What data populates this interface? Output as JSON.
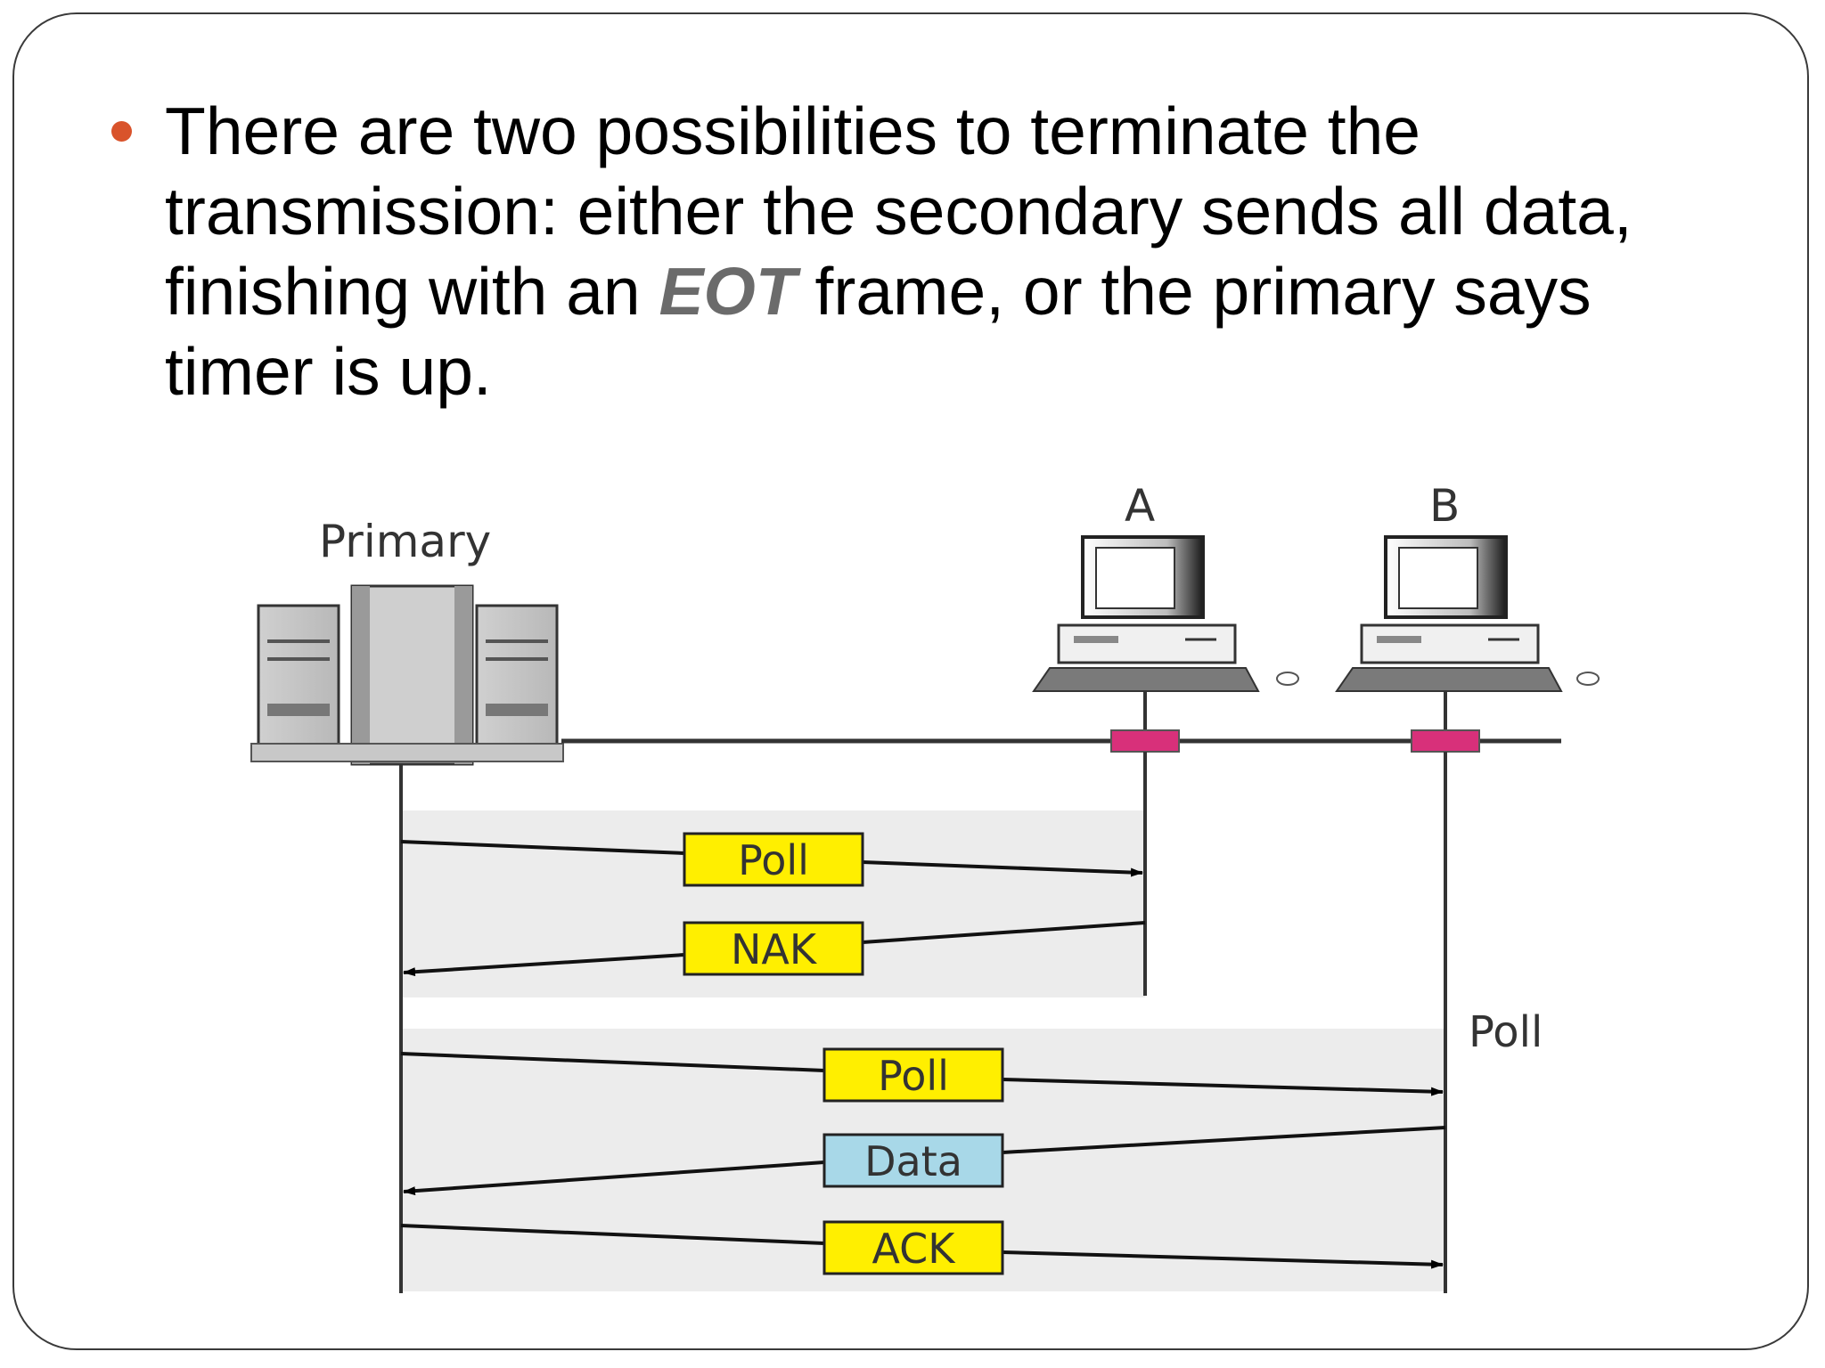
{
  "slide": {
    "bullet_before": "There are two possibilities to terminate the transmission: either the secondary sends all data, finishing with an ",
    "bullet_emph": "EOT",
    "bullet_after": " frame, or the primary says timer is up."
  },
  "diagram": {
    "primary_label": "Primary",
    "station_a_label": "A",
    "station_b_label": "B",
    "side_poll_label": "Poll",
    "frames": {
      "poll_a": "Poll",
      "nak": "NAK",
      "poll_b": "Poll",
      "data": "Data",
      "ack": "ACK"
    },
    "colors": {
      "frame_yellow": "#ffef00",
      "frame_blue": "#a8d8e8",
      "connector_pink": "#d8307a",
      "panel_gray": "#ececec"
    }
  }
}
